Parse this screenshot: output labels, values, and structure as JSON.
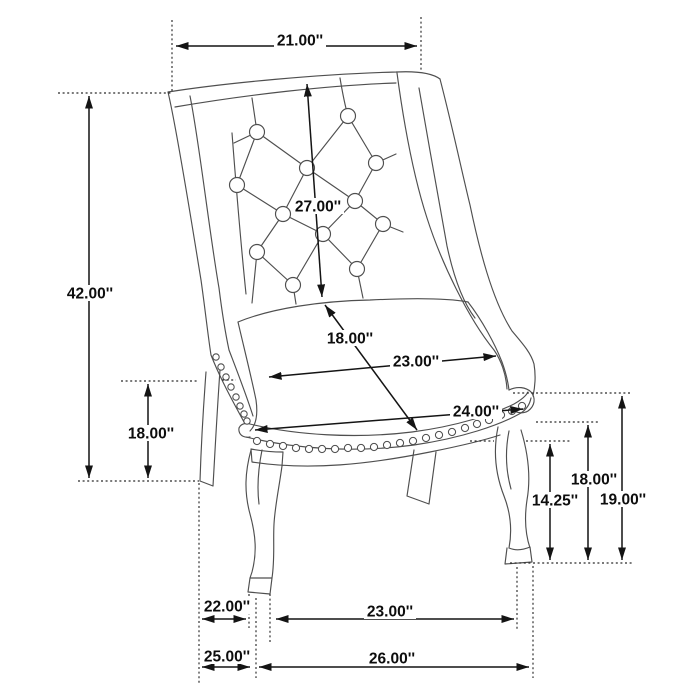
{
  "diagram": {
    "type": "product-dimension-drawing",
    "subject": "tufted-wingback-dining-chair",
    "colors": {
      "background": "#ffffff",
      "artwork_line": "#4f4f4f",
      "dimension_line": "#141414",
      "label_text": "#0d0d0d"
    }
  },
  "dims": {
    "top_width": {
      "label": "21.00''"
    },
    "overall_height": {
      "label": "42.00''"
    },
    "back_length": {
      "label": "27.00''"
    },
    "seat_depth": {
      "label": "18.00''"
    },
    "seat_width_rear": {
      "label": "23.00''"
    },
    "seat_width_front": {
      "label": "24.00''"
    },
    "seat_height_side": {
      "label": "18.00''"
    },
    "leg_height": {
      "label": "14.25''"
    },
    "seat_height_front": {
      "label": "18.00''"
    },
    "arm_front_height": {
      "label": "19.00''"
    },
    "leg_gap_side": {
      "label": "22.00''"
    },
    "leg_gap_front": {
      "label": "23.00''"
    },
    "footprint_depth": {
      "label": "25.00''"
    },
    "footprint_width": {
      "label": "26.00''"
    }
  }
}
